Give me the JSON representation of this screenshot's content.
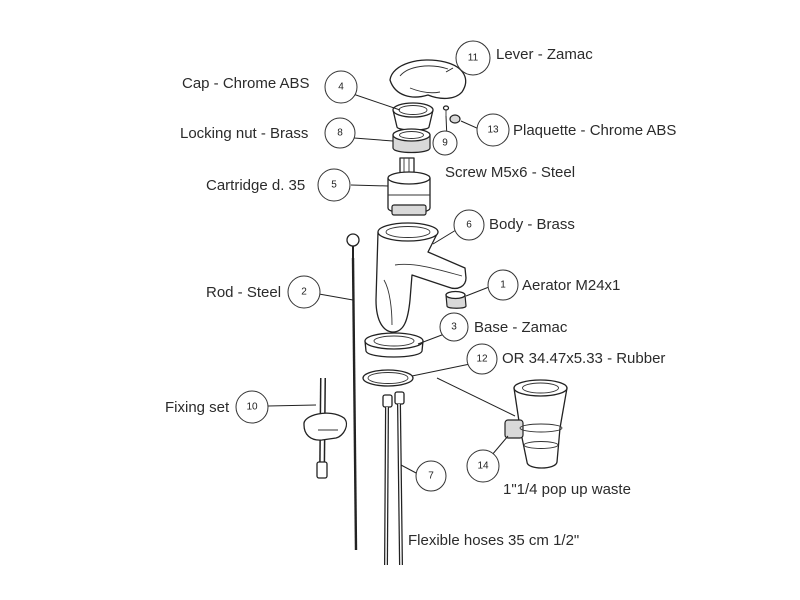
{
  "callouts": [
    {
      "number": "11",
      "label": "Lever - Zamac"
    },
    {
      "number": "4",
      "label": "Cap - Chrome ABS"
    },
    {
      "number": "13",
      "label": "Plaquette - Chrome ABS"
    },
    {
      "number": "8",
      "label": "Locking nut - Brass"
    },
    {
      "number": "9",
      "label": "Screw M5x6 - Steel"
    },
    {
      "number": "5",
      "label": "Cartridge d. 35"
    },
    {
      "number": "6",
      "label": "Body - Brass"
    },
    {
      "number": "1",
      "label": "Aerator M24x1"
    },
    {
      "number": "2",
      "label": "Rod - Steel"
    },
    {
      "number": "3",
      "label": "Base - Zamac"
    },
    {
      "number": "12",
      "label": "OR 34.47x5.33 - Rubber"
    },
    {
      "number": "10",
      "label": "Fixing set"
    },
    {
      "number": "14",
      "label": "1\"1/4 pop up waste"
    },
    {
      "number": "7",
      "label": "Flexible hoses 35 cm 1/2\""
    }
  ]
}
